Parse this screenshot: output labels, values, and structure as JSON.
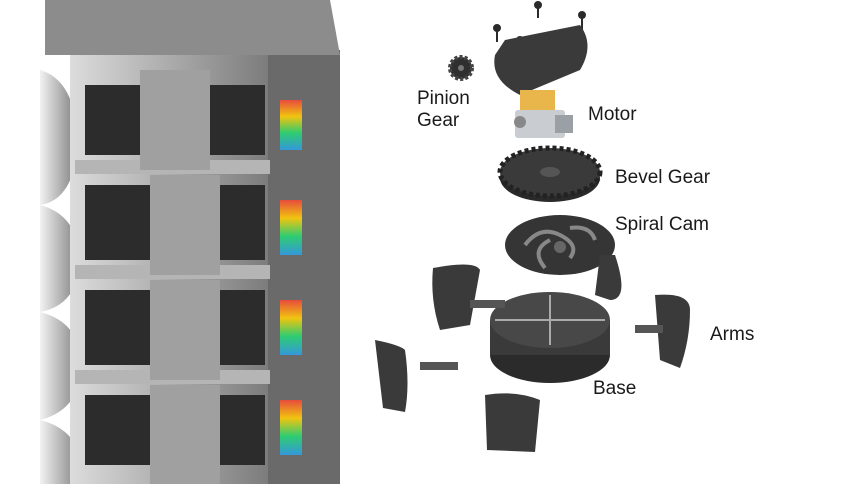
{
  "labels": {
    "pinion_gear": "Pinion\nGear",
    "motor": "Motor",
    "bevel_gear": "Bevel Gear",
    "spiral_cam": "Spiral Cam",
    "arms": "Arms",
    "base": "Base"
  },
  "colors": {
    "part_dark": "#3a3a3a",
    "part_mid": "#555555",
    "motor_gold": "#e8b64a",
    "motor_silver": "#c9cdd2",
    "photo_grey": "#8a8a8a"
  }
}
